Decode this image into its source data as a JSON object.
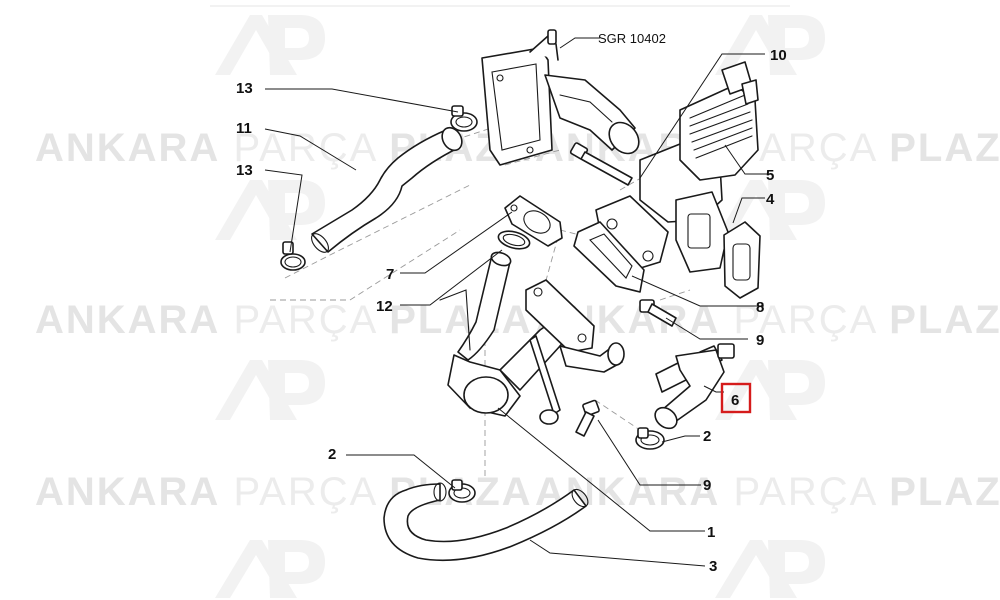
{
  "watermark": {
    "word1": "ANKARA",
    "word2": "PARÇA",
    "word3": "PLAZA"
  },
  "ref_code": "SGR 10402",
  "callouts": [
    {
      "id": "c1",
      "label": "1"
    },
    {
      "id": "c2a",
      "label": "2"
    },
    {
      "id": "c2b",
      "label": "2"
    },
    {
      "id": "c3",
      "label": "3"
    },
    {
      "id": "c4",
      "label": "4"
    },
    {
      "id": "c5",
      "label": "5"
    },
    {
      "id": "c6",
      "label": "6",
      "highlighted": true
    },
    {
      "id": "c7",
      "label": "7"
    },
    {
      "id": "c8",
      "label": "8"
    },
    {
      "id": "c9a",
      "label": "9"
    },
    {
      "id": "c9b",
      "label": "9"
    },
    {
      "id": "c10",
      "label": "10"
    },
    {
      "id": "c11",
      "label": "11"
    },
    {
      "id": "c12",
      "label": "12"
    },
    {
      "id": "c13a",
      "label": "13"
    },
    {
      "id": "c13b",
      "label": "13"
    }
  ],
  "colors": {
    "highlight": "#d51b1b",
    "line": "#1a1a1a",
    "watermark": "#e4e4e4"
  }
}
